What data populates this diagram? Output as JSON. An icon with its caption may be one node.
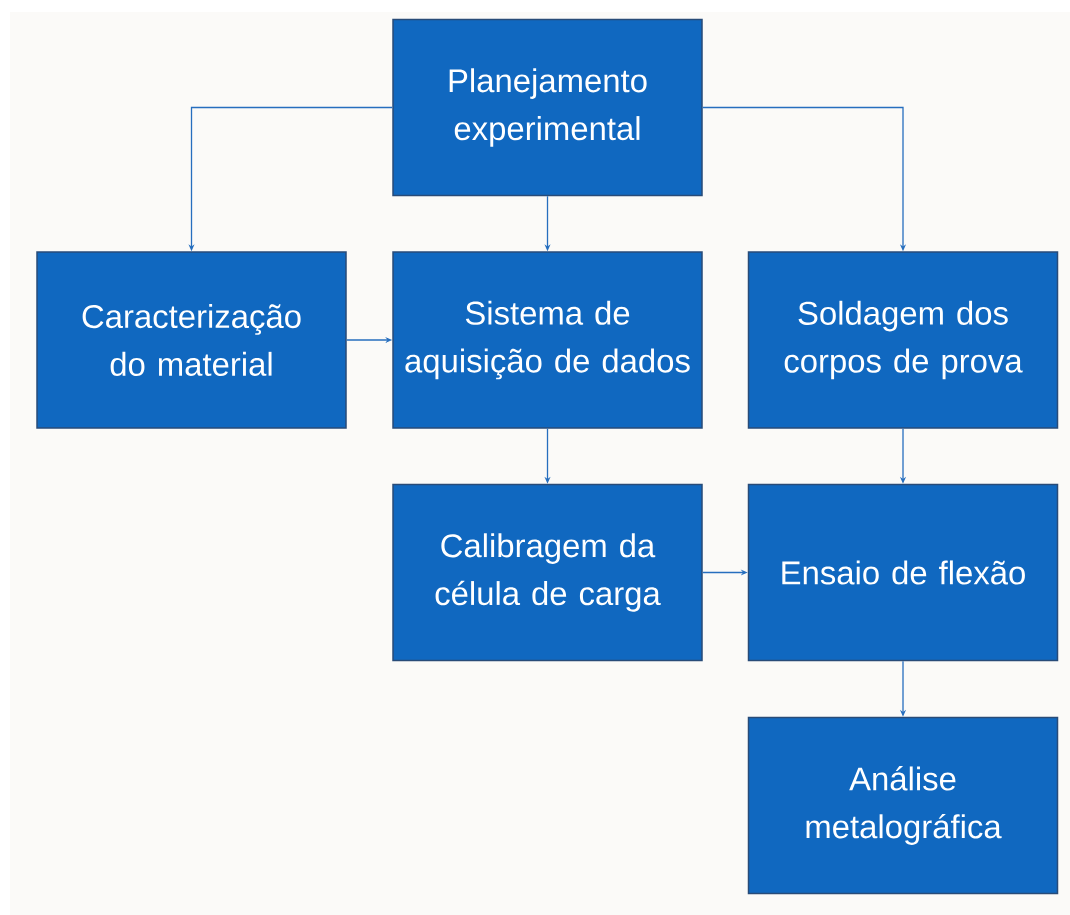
{
  "diagram": {
    "nodes": [
      {
        "text": [
          "Planejamento experimental"
        ]
      },
      {
        "text": [
          "Caracterização do material"
        ]
      },
      {
        "text": [
          "Sistema de aquisição de dados"
        ]
      },
      {
        "text": [
          "Soldagem dos corpos de prova"
        ]
      },
      {
        "text": [
          "Calibragem da célula de carga"
        ]
      },
      {
        "text": [
          "Ensaio de flexão"
        ]
      },
      {
        "text": [
          "Análise metalográfica"
        ]
      }
    ],
    "edges": [
      {
        "from": 0,
        "to": 1,
        "arrow": "to"
      },
      {
        "from": 0,
        "to": 2,
        "arrow": "to"
      },
      {
        "from": 0,
        "to": 3,
        "arrow": "to"
      },
      {
        "from": 1,
        "to": 2,
        "arrow": "to"
      },
      {
        "from": 2,
        "to": 4,
        "arrow": "to"
      },
      {
        "from": 3,
        "to": 5,
        "arrow": "to"
      },
      {
        "from": 4,
        "to": 5,
        "arrow": "to"
      },
      {
        "from": 5,
        "to": 6,
        "arrow": "to"
      }
    ]
  }
}
